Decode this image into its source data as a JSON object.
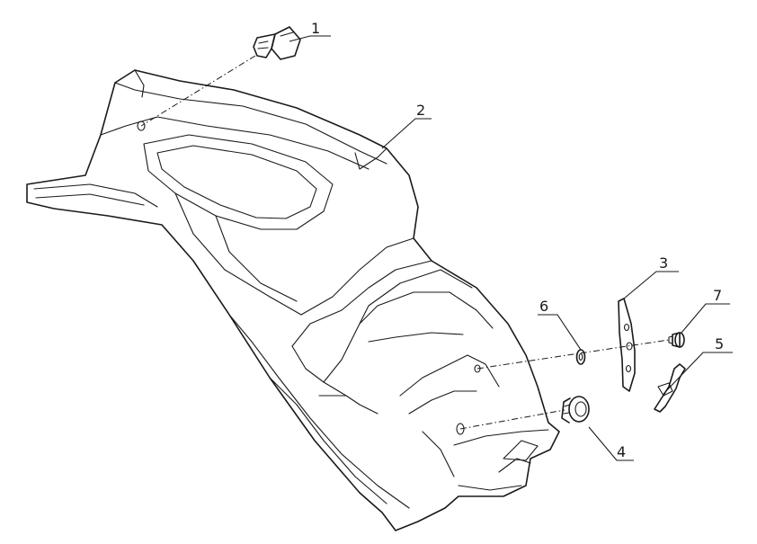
{
  "diagram": {
    "background": "#ffffff",
    "line_color": "#1a1a1a",
    "callouts": [
      "1",
      "2",
      "3",
      "4",
      "5",
      "6",
      "7"
    ]
  }
}
